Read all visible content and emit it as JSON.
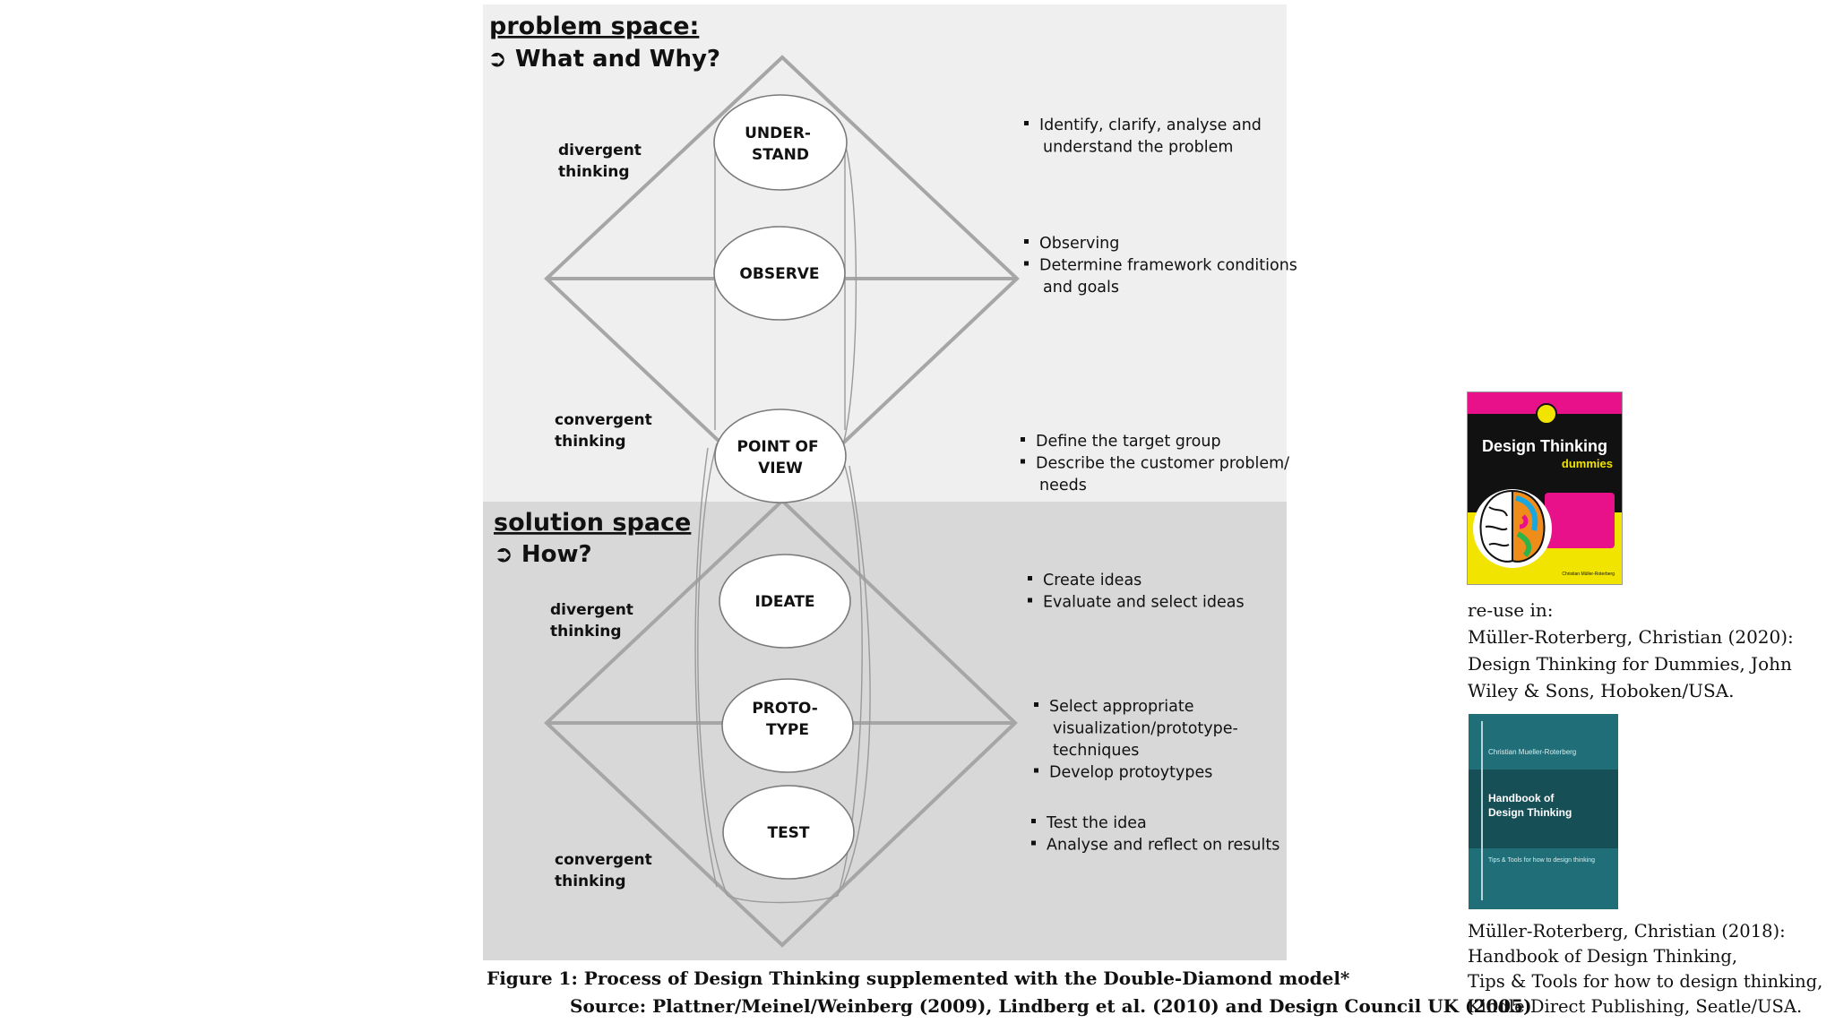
{
  "problem_space": {
    "title": "problem space:",
    "subtitle": "➲ What and Why?",
    "divergent": [
      "divergent",
      "thinking"
    ],
    "convergent": [
      "convergent",
      "thinking"
    ]
  },
  "solution_space": {
    "title": "solution space",
    "subtitle": "➲ How?",
    "divergent": [
      "divergent",
      "thinking"
    ],
    "convergent": [
      "convergent",
      "thinking"
    ]
  },
  "stages": [
    {
      "lines": [
        "UNDER-",
        "STAND"
      ]
    },
    {
      "lines": [
        "OBSERVE"
      ]
    },
    {
      "lines": [
        "POINT OF",
        "VIEW"
      ]
    },
    {
      "lines": [
        "IDEATE"
      ]
    },
    {
      "lines": [
        "PROTO-",
        "TYPE"
      ]
    },
    {
      "lines": [
        "TEST"
      ]
    }
  ],
  "bullet_groups": [
    {
      "lines": [
        {
          "b": true,
          "t": "Identify, clarify, analyse and"
        },
        {
          "b": false,
          "t": "understand the problem"
        }
      ]
    },
    {
      "lines": [
        {
          "b": true,
          "t": "Observing"
        },
        {
          "b": true,
          "t": "Determine framework conditions"
        },
        {
          "b": false,
          "t": "and goals"
        }
      ]
    },
    {
      "lines": [
        {
          "b": true,
          "t": "Define the target group"
        },
        {
          "b": true,
          "t": "Describe the customer problem/"
        },
        {
          "b": false,
          "t": "needs"
        }
      ]
    },
    {
      "lines": [
        {
          "b": true,
          "t": "Create ideas"
        },
        {
          "b": true,
          "t": "Evaluate and select ideas"
        }
      ]
    },
    {
      "lines": [
        {
          "b": true,
          "t": "Select appropriate"
        },
        {
          "b": false,
          "t": "visualization/prototype-"
        },
        {
          "b": false,
          "t": "techniques"
        },
        {
          "b": true,
          "t": "Develop protoytypes"
        }
      ]
    },
    {
      "lines": [
        {
          "b": true,
          "t": "Test the idea"
        },
        {
          "b": true,
          "t": "Analyse and reflect on results"
        }
      ]
    }
  ],
  "caption": {
    "line1": "Figure 1: Process of Design Thinking supplemented with the Double-Diamond model*",
    "line2": "Source: Plattner/Meinel/Weinberg (2009), Lindberg et al. (2010) and Design Council UK (2005)"
  },
  "reference1": [
    "re-use in:",
    "Müller-Roterberg, Christian (2020):",
    "Design Thinking for Dummies, John",
    "Wiley & Sons, Hoboken/USA."
  ],
  "reference2": [
    "Müller-Roterberg, Christian (2018):",
    "Handbook of Design Thinking,",
    "Tips & Tools for how to design thinking,",
    "Kindle Direct Publishing, Seatle/USA."
  ],
  "book1": {
    "title": "Design Thinking",
    "subtitle": "dummies",
    "author": "Christian Müller-Roterberg"
  },
  "book2": {
    "author": "Christian Mueller-Roterberg",
    "title_line1": "Handbook of",
    "title_line2": "Design Thinking",
    "tagline": "Tips & Tools for how to design thinking"
  },
  "colors": {
    "problem_bg": "#efefef",
    "solution_bg": "#d8d8d8",
    "lines": "#a6a6a6",
    "ellipse_fill": "#ffffff"
  }
}
